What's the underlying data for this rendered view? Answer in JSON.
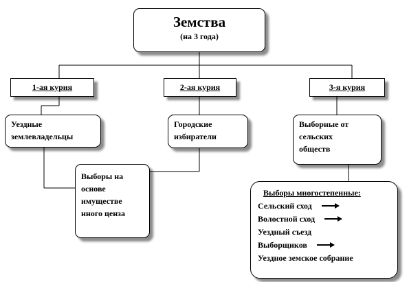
{
  "title": {
    "main": "Земства",
    "sub": "(на 3 года)"
  },
  "curiae": [
    {
      "label": "1-ая курия"
    },
    {
      "label": "2-ая курия"
    },
    {
      "label": "3-я курия"
    }
  ],
  "nodes": {
    "landowners": [
      "Уездные",
      "землевладельцы"
    ],
    "city_voters": [
      "Городские",
      "избиратели"
    ],
    "rural_voters": [
      "Выборные от",
      "сельских",
      "обществ"
    ],
    "property_census": [
      "Выборы на",
      "основе",
      "имуществе",
      "нного ценза"
    ]
  },
  "multistage": {
    "heading": "Выборы многостепенные:",
    "steps": [
      {
        "label": "Сельский сход",
        "arrow": true
      },
      {
        "label": "Волостной сход",
        "arrow": true
      },
      {
        "label": "Уездный съезд",
        "arrow": false
      },
      {
        "label": "Выборщиков",
        "arrow": true
      },
      {
        "label": "Уездное земское собрание",
        "arrow": false
      }
    ]
  }
}
